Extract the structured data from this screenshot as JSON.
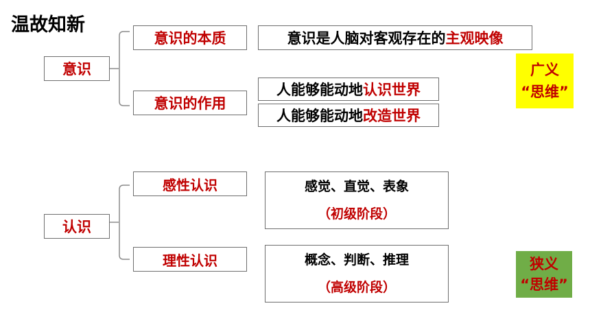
{
  "title": "温故知新",
  "consciousness": {
    "root": "意识",
    "nature": {
      "label": "意识的本质",
      "desc_plain": "意识是人脑对客观存在的",
      "desc_red": "主观映像"
    },
    "function": {
      "label": "意识的作用",
      "item1_plain": "人能够能动地",
      "item1_red": "认识世界",
      "item2_plain": "人能够能动地",
      "item2_red": "改造世界"
    },
    "badge": {
      "line1": "广义",
      "line2": "“思维”",
      "bg_color": "#ffff00",
      "text_color": "#c00000"
    }
  },
  "cognition": {
    "root": "认识",
    "perceptual": {
      "label": "感性认识",
      "line1": "感觉、直觉、表象",
      "line2": "（初级阶段）"
    },
    "rational": {
      "label": "理性认识",
      "line1": "概念、判断、推理",
      "line2": "（高级阶段）"
    },
    "badge": {
      "line1": "狭义",
      "line2": "“思维”",
      "bg_color": "#70ad47",
      "text_color": "#c00000"
    }
  }
}
